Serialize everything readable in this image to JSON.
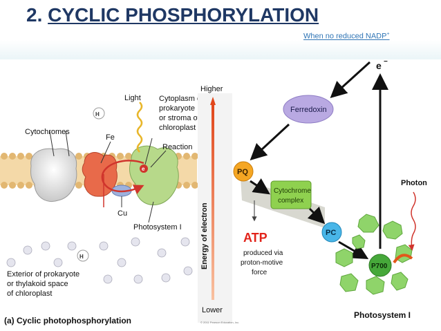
{
  "header": {
    "title_number": "2.",
    "title_text": "CYCLIC PHOSPHORYLATION",
    "subtitle": "When no reduced NADP",
    "subtitle_sup": "+"
  },
  "left_panel": {
    "light_label": "Light",
    "cytoplasm_label": [
      "Cytoplasm of",
      "prokaryote",
      "or stroma of",
      "chloroplast"
    ],
    "cytochromes_label": "Cytochromes",
    "fe_label": "Fe",
    "reaction_label": "Reaction",
    "e_label": "e",
    "cu_label": "Cu",
    "photosystem_label": "Photosystem I",
    "h_plus": "H",
    "exterior_label": [
      "Exterior of prokaryote",
      "or thylakoid space",
      "of chloroplast"
    ],
    "caption": "(a) Cyclic photophosphorylation"
  },
  "energy_axis": {
    "top_label": "Higher",
    "bottom_label": "Lower",
    "axis_label": "Energy of electron",
    "copyright": "© 2011 Pearson Education, Inc."
  },
  "right_panel": {
    "e_label": "e",
    "ferredoxin": "Ferredoxin",
    "pq": "PQ",
    "cytochrome_complex": [
      "Cytochrome",
      "complex"
    ],
    "pc": "PC",
    "photon": "Photon",
    "atp": "ATP",
    "atp_note": [
      "produced via",
      "proton-motive",
      "force"
    ],
    "p700": "P700",
    "photosystem": "Photosystem I"
  },
  "colors": {
    "title": "#1f3864",
    "subtitle": "#2e74b5",
    "cycle_arrow": "#d0342c",
    "energy_arrow": "#e8652a",
    "ferredoxin": "#b9a9e2",
    "pq": "#f5a623",
    "cytochrome": "#8fd14f",
    "pc": "#49b6e8",
    "atp": "#e2231a",
    "p700": "#46a83a",
    "leaf": "#8fd46a"
  }
}
